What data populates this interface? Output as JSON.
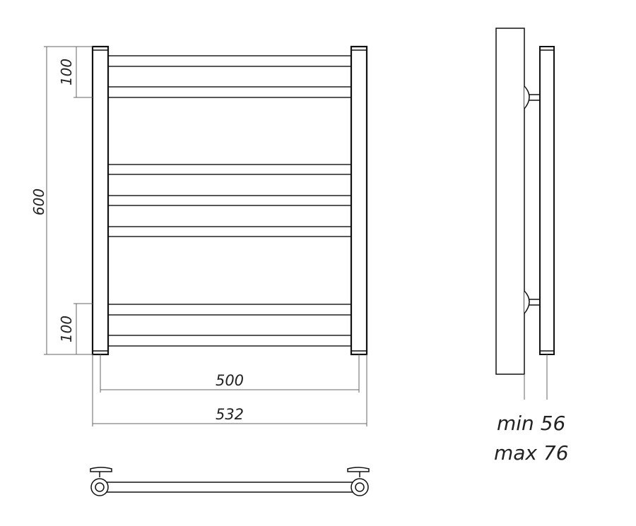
{
  "dimensions": {
    "top_spacing": "100",
    "total_height": "600",
    "bottom_spacing": "100",
    "center_width": "500",
    "total_width": "532"
  },
  "side_view": {
    "min_label": "min 56",
    "max_label": "max 76"
  },
  "colors": {
    "line": "#111111",
    "thin_line": "#666666",
    "background": "#ffffff"
  }
}
